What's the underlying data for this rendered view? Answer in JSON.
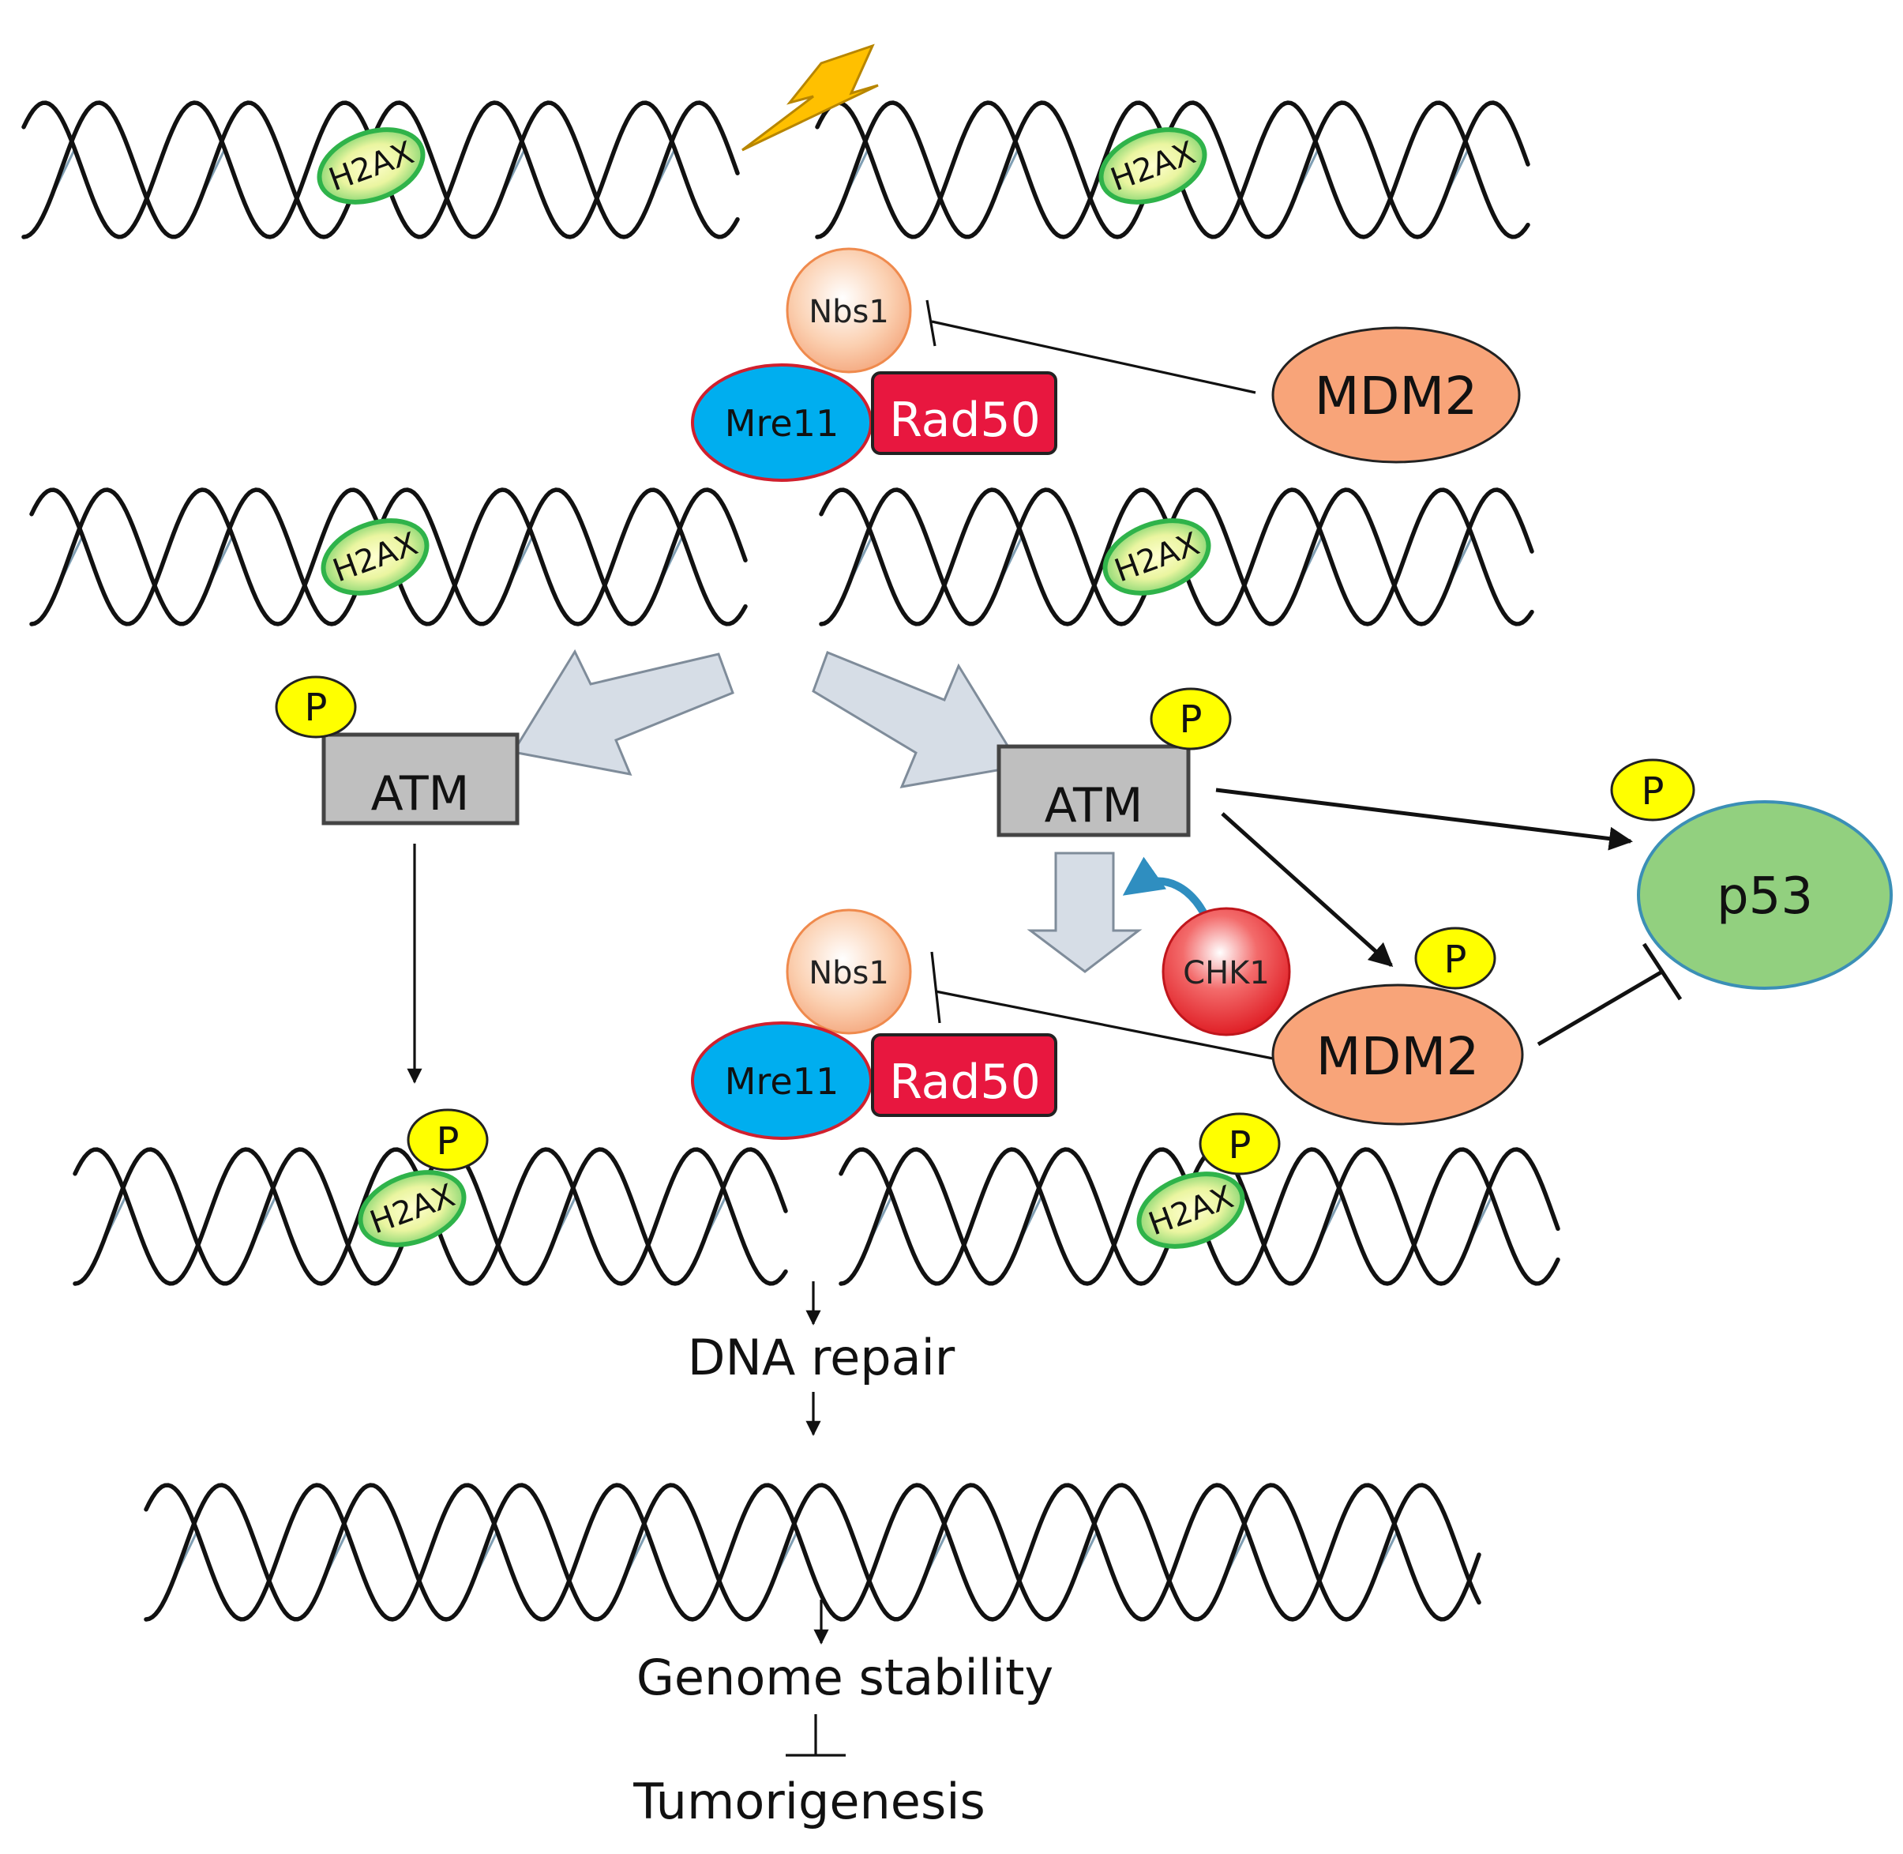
{
  "labels": {
    "h2ax": "H2AX",
    "nbs1": "Nbs1",
    "mre11": "Mre11",
    "rad50": "Rad50",
    "mdm2": "MDM2",
    "atm": "ATM",
    "p": "P",
    "p53": "p53",
    "chk1": "CHK1",
    "dna_repair": "DNA repair",
    "genome_stability": "Genome stability",
    "tumorigenesis": "Tumorigenesis"
  },
  "colors": {
    "h2ax_fill": "#eef7a6",
    "h2ax_border": "#2fb34a",
    "phospho_fill": "#ffff00",
    "nbs1_fill": "#fbc9a7",
    "mre11_fill": "#00aeef",
    "rad50_fill": "#e8173f",
    "mdm2_fill": "#f8a479",
    "atm_fill": "#bfbfbf",
    "p53_fill": "#92d07f",
    "p53_border": "#3b8fb6",
    "chk1_fill": "#e8252b",
    "big_arrow_fill": "#d6dde6",
    "lightning_fill": "#ffc000",
    "curved_arrow": "#2f8ec0"
  },
  "icons": [
    "lightning-icon",
    "dna-helix-icon",
    "curved-arrow-icon",
    "inhibition-bar-icon"
  ]
}
